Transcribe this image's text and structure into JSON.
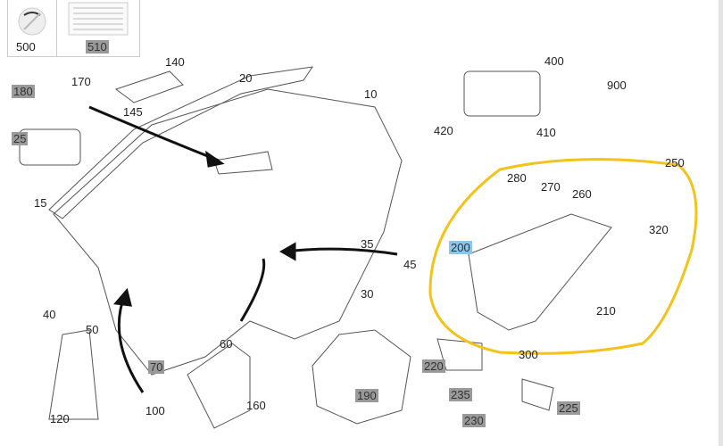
{
  "accent_color": "#f2c31a",
  "highlight_label_color": "#8fc6e6",
  "gray_label_color": "#9a9a9a",
  "legend_boxes": [
    {
      "part": "500",
      "icon": "airbag-warning-sticker-icon"
    },
    {
      "part": "510",
      "icon": "information-label-icon"
    }
  ],
  "parts": {
    "p180": "180",
    "p170": "170",
    "p140": "140",
    "p145": "145",
    "p20": "20",
    "p10": "10",
    "p25": "25",
    "p15": "15",
    "p400": "400",
    "p900": "900",
    "p420": "420",
    "p410": "410",
    "p280": "280",
    "p270": "270",
    "p260": "260",
    "p250": "250",
    "p320": "320",
    "p200": "200",
    "p210": "210",
    "p35": "35",
    "p45": "45",
    "p30": "30",
    "p40": "40",
    "p50": "50",
    "p60": "60",
    "p70": "70",
    "p100": "100",
    "p120": "120",
    "p160": "160",
    "p190": "190",
    "p220": "220",
    "p300": "300",
    "p235": "235",
    "p230": "230",
    "p225": "225"
  }
}
